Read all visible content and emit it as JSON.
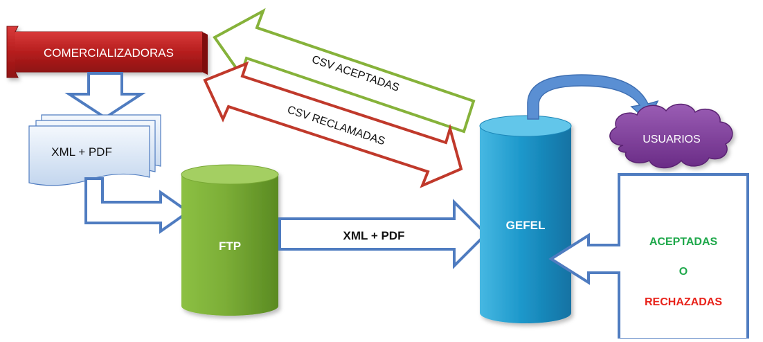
{
  "nodes": {
    "comercializadoras": "COMERCIALIZADORAS",
    "documents": "XML + PDF",
    "ftp": "FTP",
    "gefel": "GEFEL",
    "usuarios": "USUARIOS"
  },
  "arrows": {
    "csv_aceptadas": "CSV ACEPTADAS",
    "csv_reclamadas": "CSV RECLAMADAS",
    "ftp_to_gefel": "XML + PDF"
  },
  "status_box": {
    "accepted": "ACEPTADAS",
    "connector": "O",
    "rejected": "RECHAZADAS"
  },
  "colors": {
    "outline_blue": "#4f7cc0",
    "red_box": "#b92525",
    "green_cylinder": "#7fb23a",
    "blue_cylinder": "#1f97c9",
    "purple_cloud": "#7d3d97",
    "arrow_green": "#86b23a",
    "arrow_red": "#c0392b",
    "text_green": "#1fa84b",
    "text_red": "#e8231b"
  }
}
